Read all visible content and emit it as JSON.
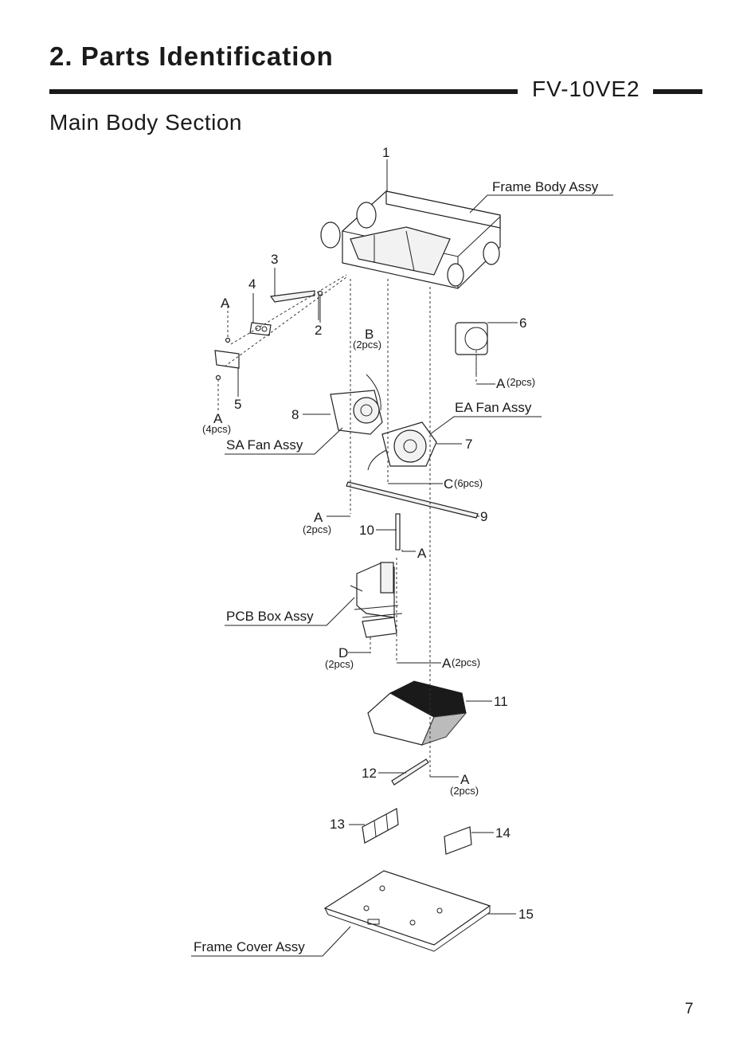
{
  "header": {
    "section_title": "2. Parts Identification",
    "model": "FV-10VE2",
    "subtitle": "Main Body Section"
  },
  "page_number": "7",
  "callouts": {
    "n1": "1",
    "n2": "2",
    "n3": "3",
    "n4": "4",
    "n5": "5",
    "n6": "6",
    "n7": "7",
    "n8": "8",
    "n9": "9",
    "n10": "10",
    "n11": "11",
    "n12": "12",
    "n13": "13",
    "n14": "14",
    "n15": "15"
  },
  "assemblies": {
    "frame_body": "Frame Body Assy",
    "ea_fan": "EA Fan Assy",
    "sa_fan": "SA Fan Assy",
    "pcb_box": "PCB Box Assy",
    "frame_cover": "Frame Cover Assy"
  },
  "screws": {
    "a_top": "A",
    "a_4pcs": "A",
    "qty_4pcs": "(4pcs)",
    "b": "B",
    "qty_b": "(2pcs)",
    "a_6": "A",
    "qty_a6": "(2pcs)",
    "c": "C",
    "qty_c": "(6pcs)",
    "a_9": "A",
    "qty_a9": "(2pcs)",
    "a_10": "A",
    "d": "D",
    "qty_d": "(2pcs)",
    "a_pcb": "A",
    "qty_a_pcb": "(2pcs)",
    "a_12": "A",
    "qty_a12": "(2pcs)"
  }
}
